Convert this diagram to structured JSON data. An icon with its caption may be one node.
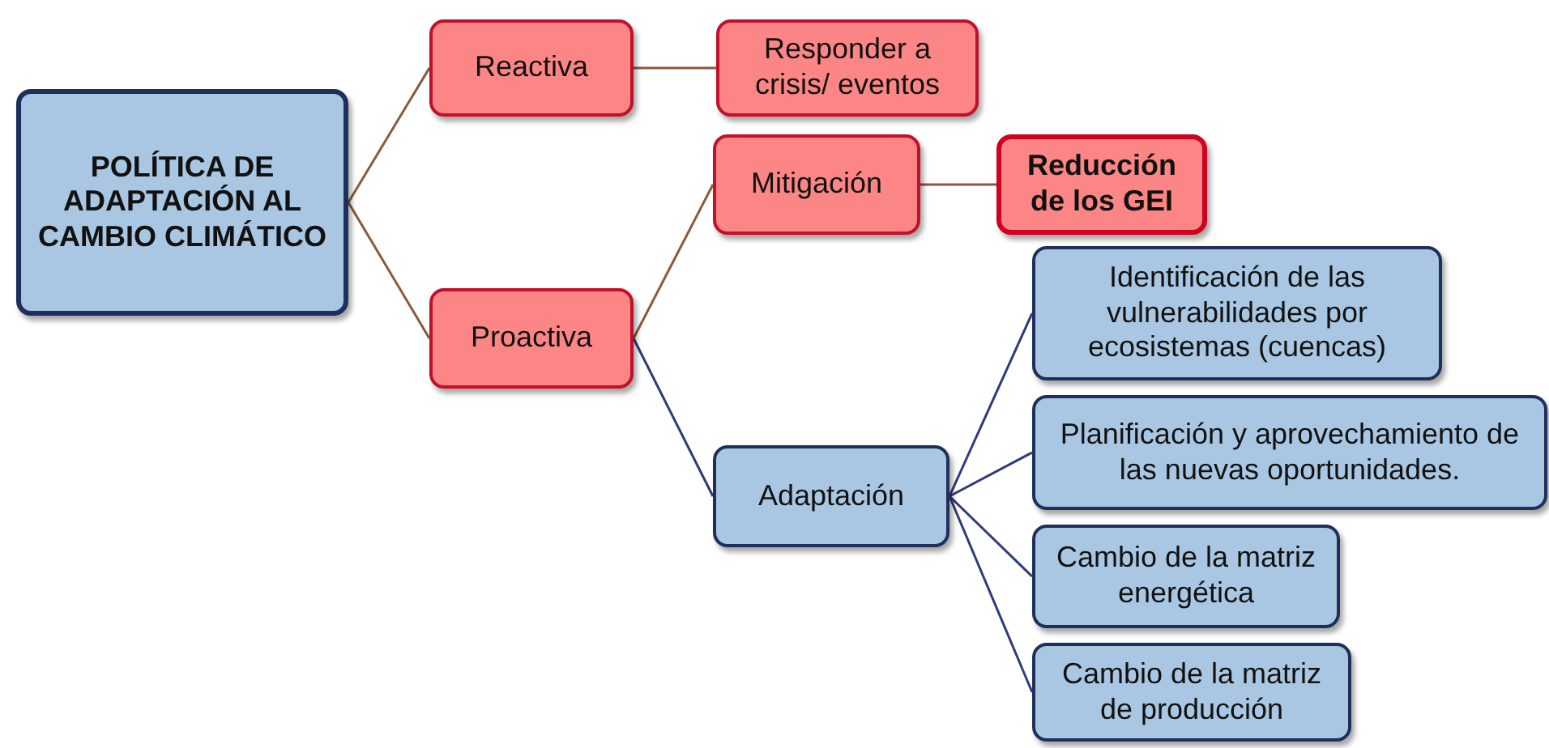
{
  "diagram": {
    "nodes": [
      {
        "text": [
          "POLÍTICA DE ADAPTACIÓN AL CAMBIO CLIMÁTICO"
        ]
      },
      {
        "text": [
          "Reactiva"
        ]
      },
      {
        "text": [
          "Responder a crisis/ eventos"
        ]
      },
      {
        "text": [
          "Proactiva"
        ]
      },
      {
        "text": [
          "Mitigación"
        ]
      },
      {
        "text": [
          "Reducción de los GEI"
        ]
      },
      {
        "text": [
          "Adaptación"
        ]
      },
      {
        "text": [
          "Identificación de las vulnerabilidades por ecosistemas (cuencas)"
        ]
      },
      {
        "text": [
          "Planificación y aprovechamiento de las nuevas oportunidades."
        ]
      },
      {
        "text": [
          "Cambio de la matriz energética"
        ]
      },
      {
        "text": [
          "Cambio de la matriz de producción"
        ]
      }
    ],
    "edges": [
      {
        "from": 0,
        "to": 1,
        "arrow": "none"
      },
      {
        "from": 0,
        "to": 3,
        "arrow": "none"
      },
      {
        "from": 1,
        "to": 2,
        "arrow": "none"
      },
      {
        "from": 3,
        "to": 4,
        "arrow": "none"
      },
      {
        "from": 4,
        "to": 5,
        "arrow": "none"
      },
      {
        "from": 3,
        "to": 6,
        "arrow": "none",
        "color": "#2e3a7a"
      },
      {
        "from": 6,
        "to": 7,
        "arrow": "none",
        "color": "#2e3a7a"
      },
      {
        "from": 6,
        "to": 8,
        "arrow": "none",
        "color": "#2e3a7a"
      },
      {
        "from": 6,
        "to": 9,
        "arrow": "none",
        "color": "#2e3a7a"
      },
      {
        "from": 6,
        "to": 10,
        "arrow": "none",
        "color": "#2e3a7a"
      }
    ]
  }
}
